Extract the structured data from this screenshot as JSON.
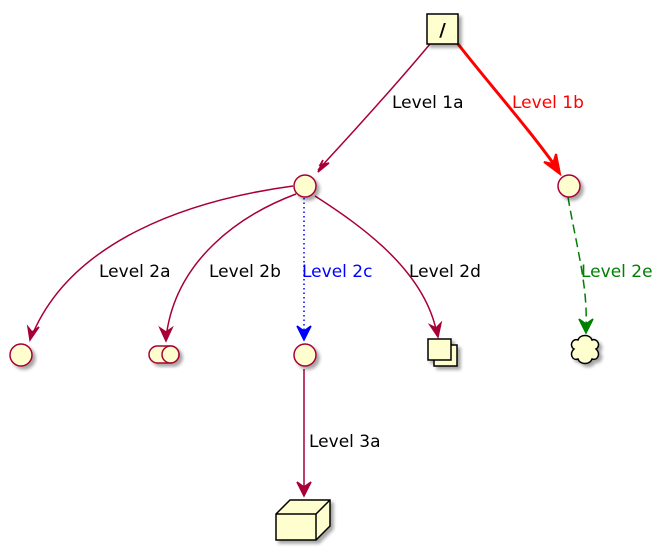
{
  "colors": {
    "node_fill": "#FEFECE",
    "node_border": "#A80036",
    "node_border_dark": "#000000",
    "edge_default": "#A80036",
    "edge_level_1b": "#FF0000",
    "edge_level_2c": "#0000FF",
    "edge_level_2e": "#008000",
    "label_default": "#000000"
  },
  "nodes": {
    "root": {
      "label": "/",
      "shape": "rectangle"
    },
    "level1a": {
      "shape": "circle"
    },
    "level1b": {
      "shape": "circle"
    },
    "level2a": {
      "shape": "circle"
    },
    "level2b": {
      "shape": "toggle"
    },
    "level2c": {
      "shape": "circle"
    },
    "level2d": {
      "shape": "collections"
    },
    "level2e": {
      "shape": "cloud"
    },
    "level3a": {
      "shape": "node-box"
    }
  },
  "edges": {
    "level_1a": {
      "label": "Level 1a",
      "style": "solid"
    },
    "level_1b": {
      "label": "Level 1b",
      "style": "bold"
    },
    "level_2a": {
      "label": "Level 2a",
      "style": "solid"
    },
    "level_2b": {
      "label": "Level 2b",
      "style": "solid"
    },
    "level_2c": {
      "label": "Level 2c",
      "style": "dotted"
    },
    "level_2d": {
      "label": "Level 2d",
      "style": "solid"
    },
    "level_2e": {
      "label": "Level 2e",
      "style": "dashed"
    },
    "level_3a": {
      "label": "Level 3a",
      "style": "solid"
    }
  }
}
